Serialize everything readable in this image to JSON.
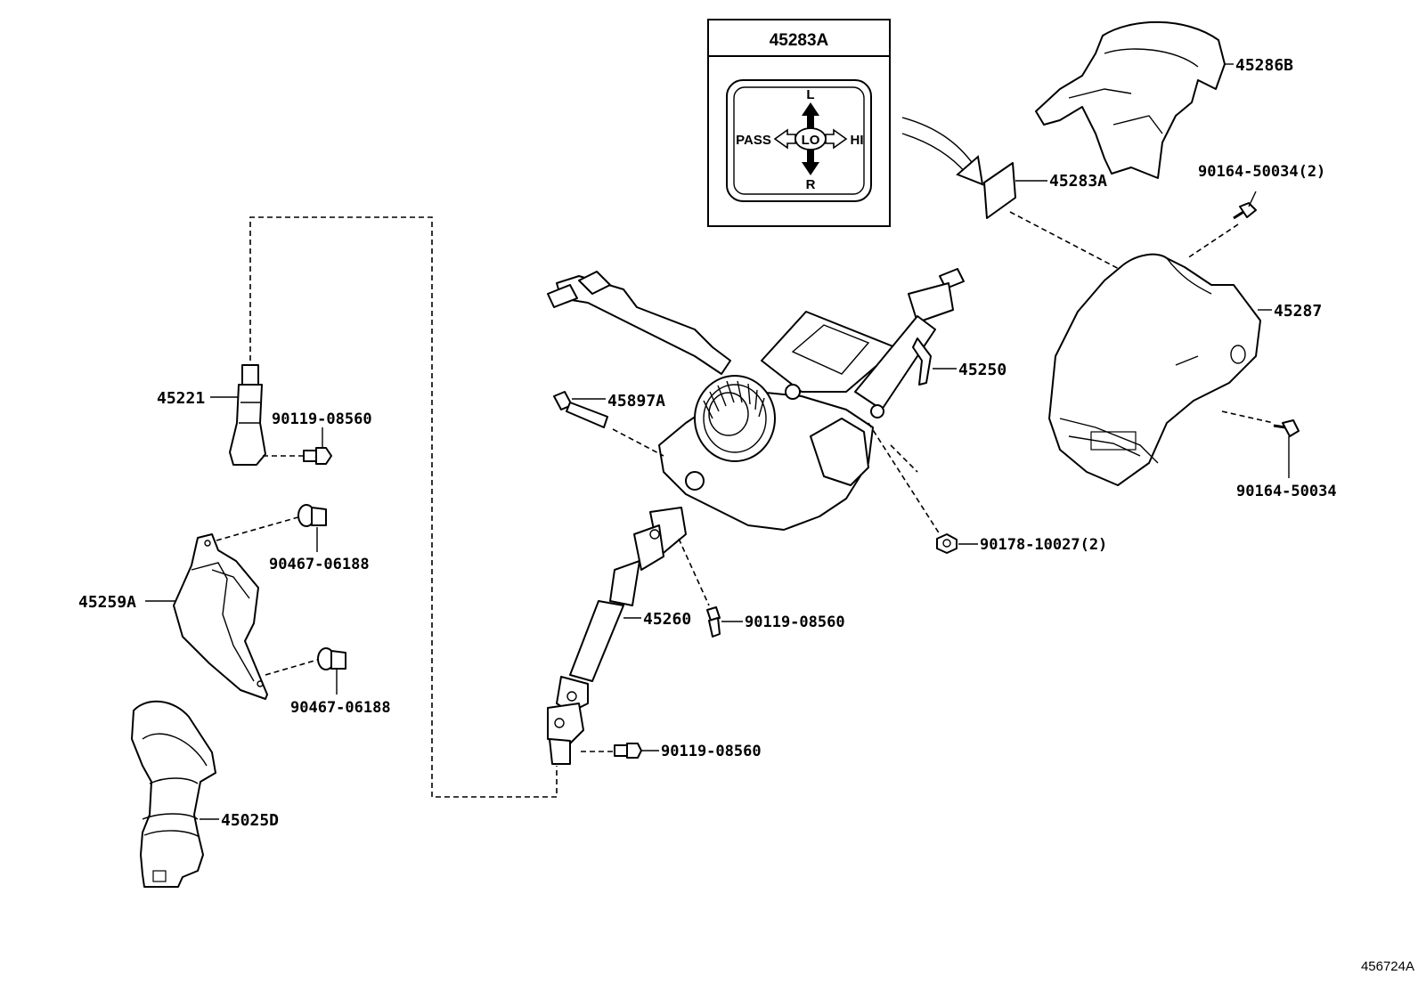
{
  "inset": {
    "header": "45283A",
    "switch": {
      "up": "L",
      "down": "R",
      "left": "PASS",
      "center": "LO",
      "right": "HI"
    }
  },
  "parts": {
    "p45283A": "45283A",
    "p45286B": "45286B",
    "p90164_50034_2": "90164-50034(2)",
    "p45287": "45287",
    "p90164_50034": "90164-50034",
    "p45250": "45250",
    "p45897A": "45897A",
    "p90178_10027_2": "90178-10027(2)",
    "p45221": "45221",
    "p90119_08560_a": "90119-08560",
    "p90467_06188_a": "90467-06188",
    "p45259A": "45259A",
    "p90467_06188_b": "90467-06188",
    "p45260": "45260",
    "p90119_08560_b": "90119-08560",
    "p90119_08560_c": "90119-08560",
    "p45025D": "45025D"
  },
  "diagram_ref": "456724A"
}
